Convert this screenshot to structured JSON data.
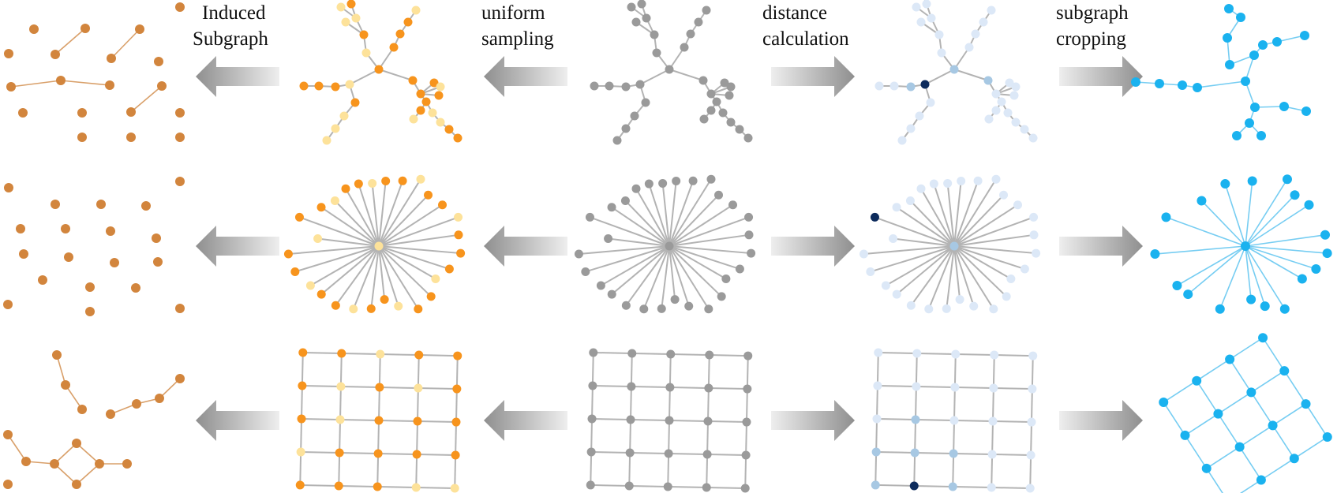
{
  "labels": {
    "induced_subgraph": [
      "Induced",
      "Subgraph"
    ],
    "uniform_sampling": [
      "uniform",
      "sampling"
    ],
    "distance_calculation": [
      "distance",
      "calculation"
    ],
    "subgraph_cropping": [
      "subgraph",
      "cropping"
    ]
  },
  "colors": {
    "original_node": "#9a9a9a",
    "original_edge": "#b3b3b3",
    "sampled_node": "#f7941d",
    "unsampled_node": "#fde29a",
    "induced_node": "#d2853d",
    "induced_edge": "#d9a06a",
    "distance_light": "#dce8f7",
    "distance_mid": "#a7c8e3",
    "distance_source": "#0d2b5c",
    "cropped_node": "#1ab2ef",
    "cropped_edge": "#76cdf2",
    "arrow_dark": "#8f8f8f",
    "arrow_light": "#eeeeee"
  },
  "graph_types": [
    "tree",
    "star",
    "grid"
  ]
}
